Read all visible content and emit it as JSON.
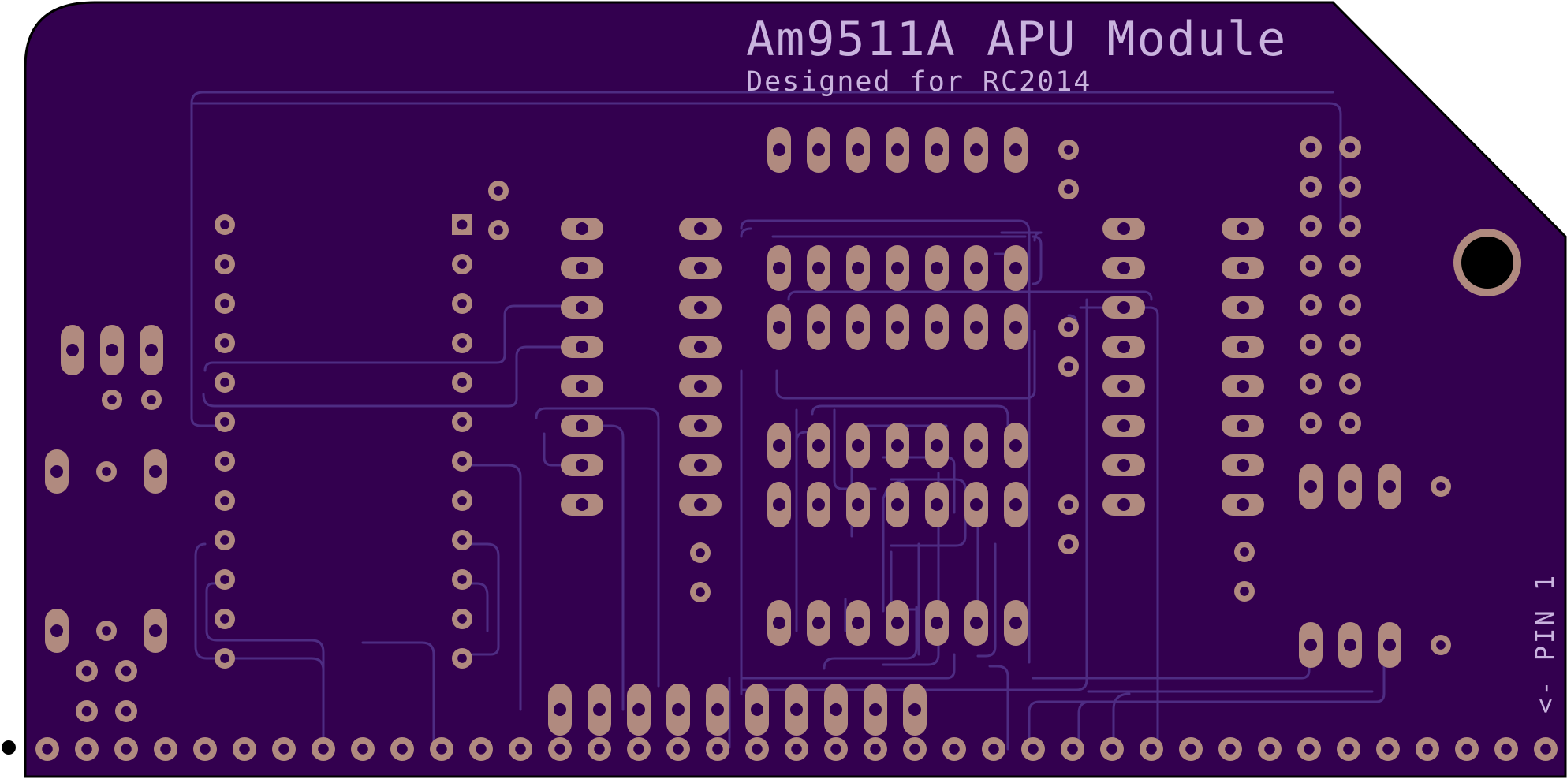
{
  "board": {
    "title": "Am9511A APU Module",
    "subtitle": "Designed for RC2014",
    "pin1_label": "<- PIN 1"
  },
  "colors": {
    "board": "#33004f",
    "pad": "#b08a7f",
    "drill": "#30004f",
    "silkscreen": "#c9b3de",
    "trace": "#4e2c83",
    "outline": "#000000"
  }
}
